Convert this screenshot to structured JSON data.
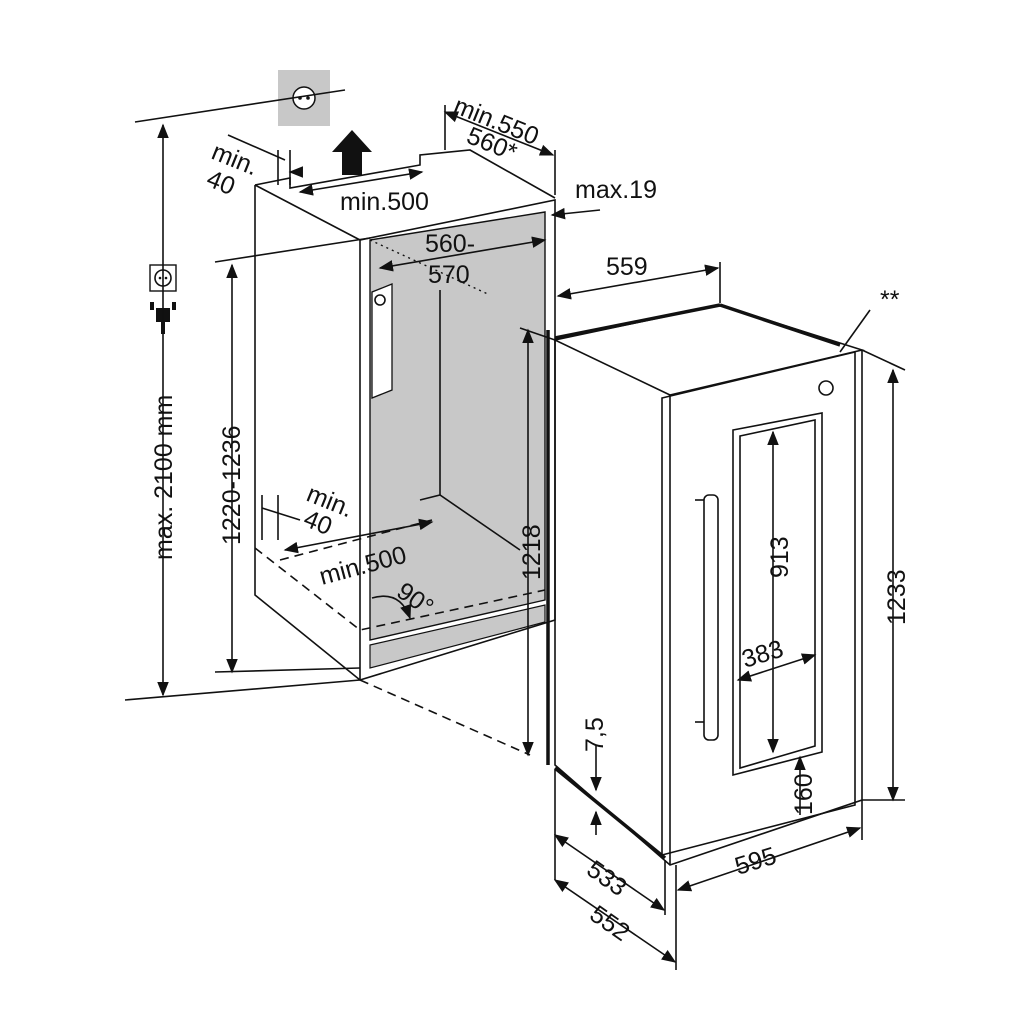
{
  "colors": {
    "line": "#111111",
    "panel": "#c8c8c8",
    "background": "#ffffff"
  },
  "icons": [
    "socket-icon",
    "plug-icon",
    "arrow-up-icon",
    "wall-socket-icon"
  ],
  "dimensions": {
    "niche_depth_min": "min.550",
    "niche_depth_alt": "560*",
    "top_vent_gap_label": "min.",
    "top_vent_gap_value": "40",
    "top_vent_width": "min.500",
    "door_thickness_max": "max.19",
    "niche_width_top": "560-",
    "niche_width_bottom": "570",
    "appliance_width_top": "559",
    "note_marker": "**",
    "max_height": "max. 2100 mm",
    "niche_height": "1220-1236",
    "bottom_vent_gap_label": "min.",
    "bottom_vent_gap_value": "40",
    "bottom_vent_width": "min.500",
    "door_angle": "90°",
    "appliance_body_height": "1218",
    "window_height": "913",
    "window_width": "383",
    "appliance_height": "1233",
    "plinth_offset": "7,5",
    "window_bottom_offset": "160",
    "depth_body": "533",
    "front_width": "595",
    "depth_total": "552"
  }
}
